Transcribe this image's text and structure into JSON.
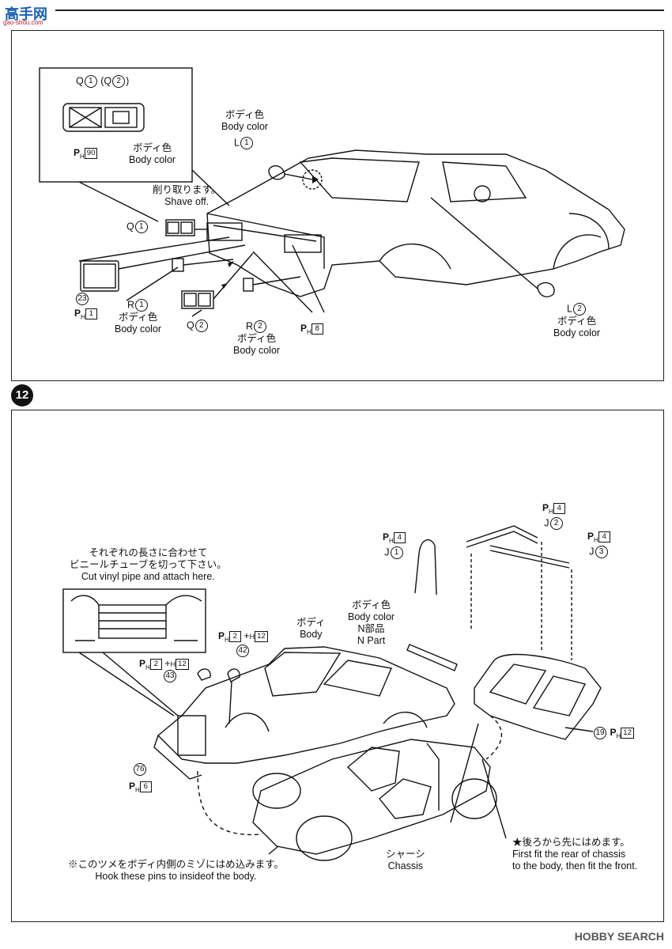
{
  "site_logo": {
    "text": "高手网",
    "sub": "gao-shou.com"
  },
  "step_number": "12",
  "top_panel": {
    "inset": {
      "part_q1": "Q",
      "n1": "1",
      "part_q2": "Q",
      "n2": "2",
      "ph_num": "90",
      "body_color_jp": "ボディ色",
      "body_color_en": "Body color"
    },
    "l1_jp": "ボディ色",
    "l1_en": "Body color",
    "l1_part": "L",
    "l1_n": "1",
    "shave_jp": "削り取ります。",
    "shave_en": "Shave off.",
    "q1_part": "Q",
    "q1_n": "1",
    "n23": "23",
    "ph1_num": "1",
    "r1_part": "R",
    "r1_n": "1",
    "r1_jp": "ボディ色",
    "r1_en": "Body color",
    "q2_part": "Q",
    "q2_n": "2",
    "r2_part": "R",
    "r2_n": "2",
    "r2_jp": "ボディ色",
    "r2_en": "Body color",
    "ph8_num": "8",
    "l2_part": "L",
    "l2_n": "2",
    "l2_jp": "ボディ色",
    "l2_en": "Body color"
  },
  "bottom_panel": {
    "pipe_jp1": "それぞれの長さに合わせて",
    "pipe_jp2": "ビニールチューブを切って下さい。",
    "pipe_en": "Cut vinyl pipe and attach here.",
    "ph_j1": "4",
    "j1_part": "J",
    "j1_n": "1",
    "ph_j2": "4",
    "j2_part": "J",
    "j2_n": "2",
    "ph_j3": "4",
    "j3_part": "J",
    "j3_n": "3",
    "body_jp": "ボディ",
    "body_en": "Body",
    "ncol_jp": "ボディ色",
    "ncol_en": "Body color",
    "npart_jp": "N部品",
    "npart_en": "N Part",
    "ph_a": "2",
    "h_a": "12",
    "n42": "42",
    "ph_b": "2",
    "h_b": "12",
    "n43": "43",
    "n76": "76",
    "ph6": "6",
    "n19": "19",
    "ph12": "12",
    "hook_jp": "※このツメをボディ内側のミゾにはめ込みます。",
    "hook_en": "Hook these pins to insideof the body.",
    "chassis_jp": "シャーシ",
    "chassis_en": "Chassis",
    "rear_jp": "★後ろから先にはめます。",
    "rear_en1": "First fit the rear of chassis",
    "rear_en2": "to the body, then fit the front."
  },
  "watermark": "HOBBY SEARCH"
}
